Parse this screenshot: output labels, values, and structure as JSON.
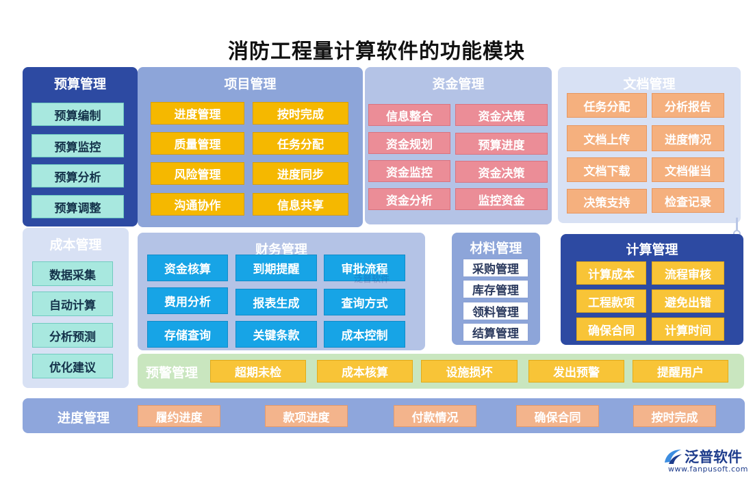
{
  "title": "消防工程量计算软件的功能模块",
  "modules": {
    "budget": {
      "title": "预算管理",
      "items": [
        "预算编制",
        "预算监控",
        "预算分析",
        "预算调整"
      ]
    },
    "project": {
      "title": "项目管理",
      "items": [
        "进度管理",
        "按时完成",
        "质量管理",
        "任务分配",
        "风险管理",
        "进度同步",
        "沟通协作",
        "信息共享"
      ]
    },
    "fund": {
      "title": "资金管理",
      "items": [
        "信息整合",
        "资金决策",
        "资金规划",
        "预算进度",
        "资金监控",
        "资金决策",
        "资金分析",
        "监控资金"
      ]
    },
    "document": {
      "title": "文档管理",
      "items": [
        "任务分配",
        "分析报告",
        "文档上传",
        "进度情况",
        "文档下载",
        "文档催当",
        "决策支持",
        "检查记录"
      ]
    },
    "cost": {
      "title": "成本管理",
      "items": [
        "数据采集",
        "自动计算",
        "分析预测",
        "优化建议"
      ]
    },
    "finance": {
      "title": "财务管理",
      "items": [
        "资金核算",
        "到期提醒",
        "审批流程",
        "费用分析",
        "报表生成",
        "查询方式",
        "存储查询",
        "关键条款",
        "成本控制"
      ]
    },
    "material": {
      "title": "材料管理",
      "items": [
        "采购管理",
        "库存管理",
        "领料管理",
        "结算管理"
      ]
    },
    "calc": {
      "title": "计算管理",
      "items": [
        "计算成本",
        "流程审核",
        "工程款项",
        "避免出错",
        "确保合同",
        "计算时间"
      ]
    },
    "warning": {
      "title": "预警管理",
      "items": [
        "超期未检",
        "成本核算",
        "设施损坏",
        "发出预警",
        "提醒用户"
      ]
    },
    "progress": {
      "title": "进度管理",
      "items": [
        "履约进度",
        "款项进度",
        "付款情况",
        "确保合同",
        "按时完成"
      ]
    }
  },
  "logo": {
    "name": "泛普软件",
    "url": "www.fanpusoft.com",
    "watermark": "泛普软件"
  }
}
